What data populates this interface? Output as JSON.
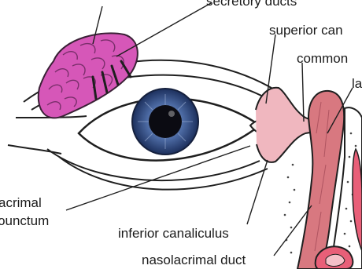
{
  "labels": {
    "secretory_ducts": "secretory ducts",
    "superior_canaliculus": "superior can",
    "common": "common",
    "lacrimal_sac": "la",
    "punctum_line1": "acrimal",
    "punctum_line2": "ɔunctum",
    "inferior_canaliculus": "inferior canaliculus",
    "nasolacrimal_duct": "nasolacrimal duct"
  },
  "colors": {
    "lacrimal_gland": "#d657b8",
    "sac_and_duct": "#d87880",
    "canaliculi": "#f0b7bf",
    "iris": "#3a5b92",
    "pupil": "#0b0b12",
    "nasal_tissue": "#e85f78",
    "line": "#1f1f1f"
  }
}
